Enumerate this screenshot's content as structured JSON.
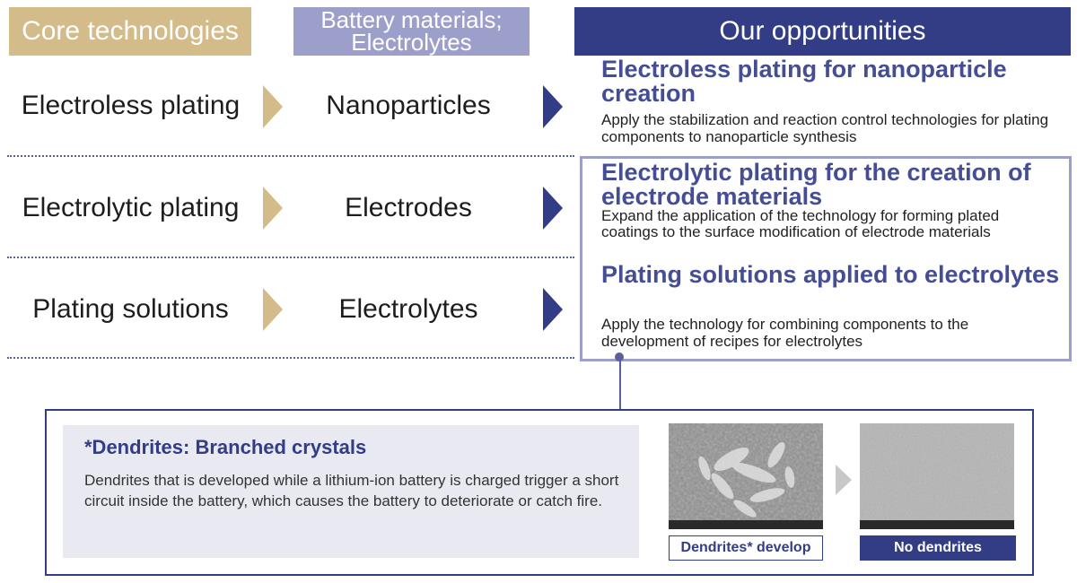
{
  "headers": {
    "core": "Core technologies",
    "battery_line1": "Battery materials;",
    "battery_line2": "Electrolytes",
    "opportunities": "Our opportunities"
  },
  "rows": [
    {
      "core": "Electroless plating",
      "battery": "Nanoparticles",
      "opportunity_title": "Electroless plating for nanoparticle creation",
      "opportunity_desc": "Apply the stabilization and reaction control technologies for plating components to nanoparticle synthesis"
    },
    {
      "core": "Electrolytic plating",
      "battery": "Electrodes",
      "opportunity_title": "Electrolytic plating for the creation of electrode materials",
      "opportunity_desc": "Expand the application of the technology for forming plated coatings to the surface modification of electrode materials"
    },
    {
      "core": "Plating solutions",
      "battery": "Electrolytes",
      "opportunity_title": "Plating solutions applied to electrolytes",
      "opportunity_desc": "Apply the technology for combining components to the development of recipes for electrolytes"
    }
  ],
  "note": {
    "title": "*Dendrites: Branched crystals",
    "body": "Dendrites that is developed while a lithium-ion battery is charged trigger a short circuit inside the battery, which causes the battery to deteriorate or catch fire."
  },
  "images": {
    "left_caption": "Dendrites* develop",
    "right_caption": "No dendrites"
  },
  "colors": {
    "tan": "#d4bb8a",
    "lavender": "#9d9fcb",
    "navy": "#333d85",
    "title_blue": "#454e95"
  }
}
